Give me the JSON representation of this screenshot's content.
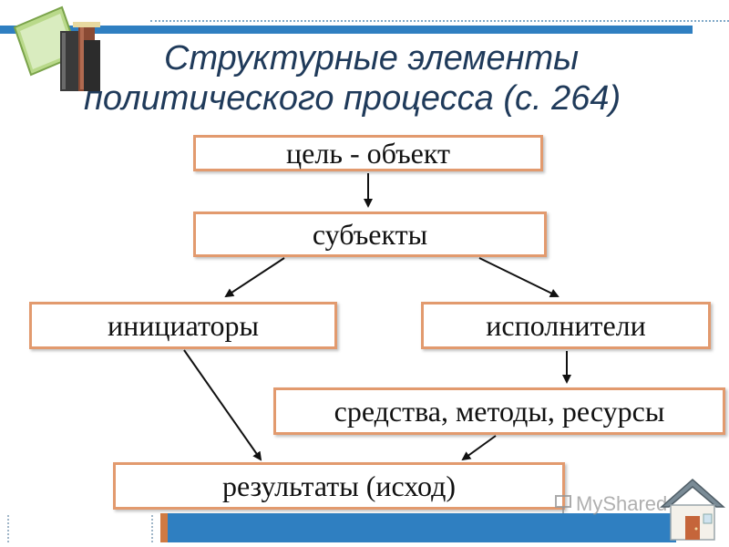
{
  "title": {
    "line1": "Структурные элементы",
    "line2": "политического процесса (с. 264)"
  },
  "nodes": {
    "goal": "цель - объект",
    "subjects": "субъекты",
    "initiators": "инициаторы",
    "executors": "исполнители",
    "means": "средства, методы, ресурсы",
    "results": "результаты (исход)"
  },
  "edges": [
    {
      "from": "goal",
      "to": "subjects"
    },
    {
      "from": "subjects",
      "to": "initiators"
    },
    {
      "from": "subjects",
      "to": "executors"
    },
    {
      "from": "executors",
      "to": "means"
    },
    {
      "from": "initiators",
      "to": "results"
    },
    {
      "from": "means",
      "to": "results"
    }
  ],
  "watermark": "MyShared",
  "icons": {
    "books": "books-icon",
    "home": "home-icon"
  },
  "colors": {
    "box_border": "#e29a6e",
    "title": "#1f3a5a",
    "bar": "#2f7fc1"
  }
}
